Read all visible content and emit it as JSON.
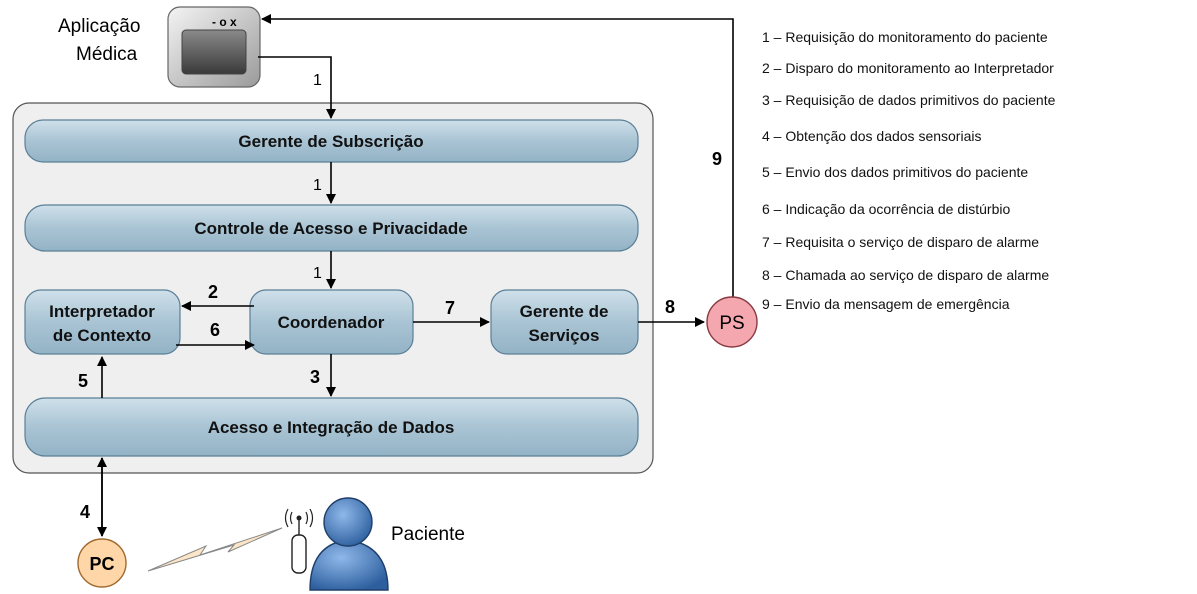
{
  "app": {
    "label_line1": "Aplicação",
    "label_line2": "Médica"
  },
  "boxes": {
    "subscription": "Gerente de Subscrição",
    "access_control": "Controle de Acesso e Privacidade",
    "interpreter_line1": "Interpretador",
    "interpreter_line2": "de Contexto",
    "coordinator": "Coordenador",
    "services_line1": "Gerente de",
    "services_line2": "Serviços",
    "data_access": "Acesso e Integração de Dados"
  },
  "nodes": {
    "ps": "PS",
    "pc": "PC",
    "patient": "Paciente"
  },
  "arrow_numbers": {
    "a1_top": "1",
    "a1_mid": "1",
    "a1_low": "1",
    "a2": "2",
    "a3": "3",
    "a4": "4",
    "a5": "5",
    "a6": "6",
    "a7": "7",
    "a8": "8",
    "a9": "9"
  },
  "legend": [
    "1 – Requisição do monitoramento do paciente",
    "2 – Disparo do monitoramento ao Interpretador",
    "3 – Requisição de dados primitivos do paciente",
    "4 – Obtenção dos dados sensoriais",
    "5 – Envio dos dados primitivos do paciente",
    "6 – Indicação da ocorrência de distúrbio",
    "7 – Requisita o serviço de disparo de alarme",
    "8 – Chamada ao serviço de disparo de alarme",
    "9 – Envio da mensagem de emergência"
  ],
  "colors": {
    "box_fill": "#a9c4d4",
    "box_stroke": "#5b7f96",
    "container_fill": "#efefef",
    "ps_fill": "#f4a7ae",
    "pc_fill": "#ffd6a8",
    "person_fill": "#4a7fc8"
  }
}
